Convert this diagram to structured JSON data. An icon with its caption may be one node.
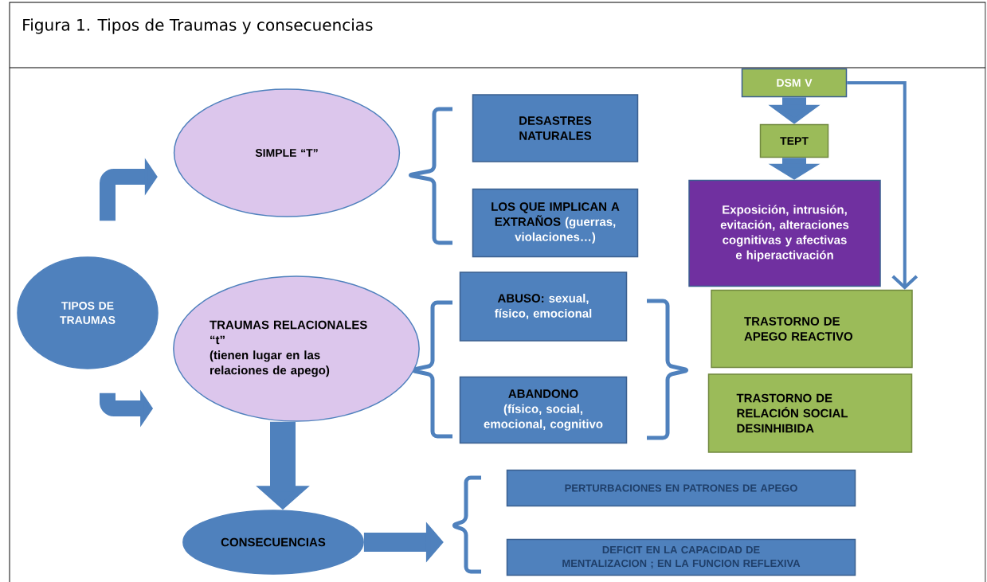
{
  "diagram": {
    "title": "Figura 1. Tipos de Traumas y consecuencias",
    "nodes": [
      {
        "text": [
          "TIPOS DE TRAUMAS"
        ]
      },
      {
        "text": [
          "SIMPLE “T”"
        ]
      },
      {
        "text": [
          "TRAUMAS RELACIONALES “t”",
          "(tienen lugar en las relaciones de apego)"
        ]
      },
      {
        "text": [
          "DESASTRES NATURALES"
        ]
      },
      {
        "text": [
          "LOS QUE IMPLICAN A EXTRAÑOS",
          "(guerras, violaciones…)"
        ]
      },
      {
        "text": [
          "ABUSO:",
          "sexual, físico, emocional"
        ]
      },
      {
        "text": [
          "ABANDONO",
          "(físico, social, emocional, cognitivo"
        ]
      },
      {
        "text": [
          "DSM V"
        ]
      },
      {
        "text": [
          "TEPT"
        ]
      },
      {
        "text": [
          "Exposición, intrusión, evitación, alteraciones cognitivas y afectivas e hiperactivación"
        ]
      },
      {
        "text": [
          "TRASTORNO DE APEGO REACTIVO"
        ]
      },
      {
        "text": [
          "TRASTORNO DE RELACIÓN SOCIAL DESINHIBIDA"
        ]
      },
      {
        "text": [
          "CONSECUENCIAS"
        ]
      },
      {
        "text": [
          "PERTURBACIONES EN PATRONES DE APEGO"
        ]
      },
      {
        "text": [
          "DEFICIT EN LA CAPACIDAD DE MENTALIZACION ; EN LA FUNCION REFLEXIVA"
        ]
      }
    ],
    "edges": [
      {
        "from": 0,
        "to": 1,
        "arrow": "to"
      },
      {
        "from": 0,
        "to": 2,
        "arrow": "to"
      },
      {
        "from": 2,
        "to": 12,
        "arrow": "to"
      },
      {
        "from": 12,
        "to": null,
        "arrow": "to"
      },
      {
        "from": 7,
        "to": 8,
        "arrow": "to"
      },
      {
        "from": 8,
        "to": 9,
        "arrow": "to"
      },
      {
        "from": 7,
        "to": 10,
        "arrow": "to"
      }
    ]
  }
}
